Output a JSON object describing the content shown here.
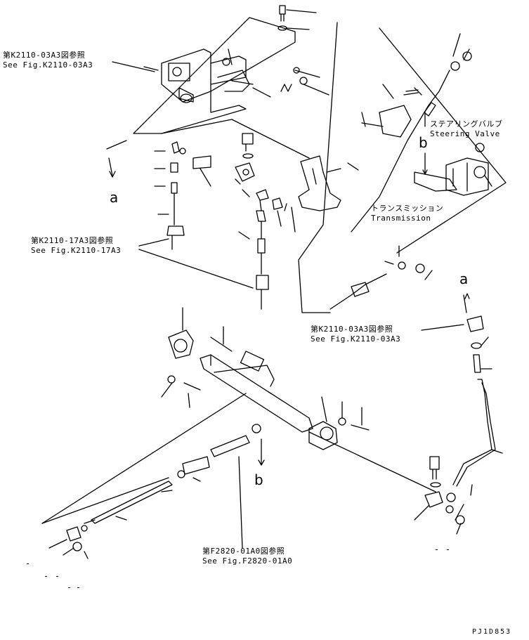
{
  "references": {
    "top_left": {
      "jp": "第K2110-03A3図参照",
      "en": "See Fig.K2110-03A3"
    },
    "middle_left": {
      "jp": "第K2110-17A3図参照",
      "en": "See Fig.K2110-17A3"
    },
    "middle_right": {
      "jp": "第K2110-03A3図参照",
      "en": "See Fig.K2110-03A3"
    },
    "bottom": {
      "jp": "第F2820-01A0図参照",
      "en": "See Fig.F2820-01A0"
    }
  },
  "components": {
    "steering_valve": {
      "jp": "ステアリングバルブ",
      "en": "Steering Valve"
    },
    "transmission": {
      "jp": "トランスミッション",
      "en": "Transmission"
    }
  },
  "connection_markers": {
    "a_left": "a",
    "a_right": "a",
    "b_top": "b",
    "b_bottom": "b"
  },
  "drawing_code": "PJ1D853"
}
